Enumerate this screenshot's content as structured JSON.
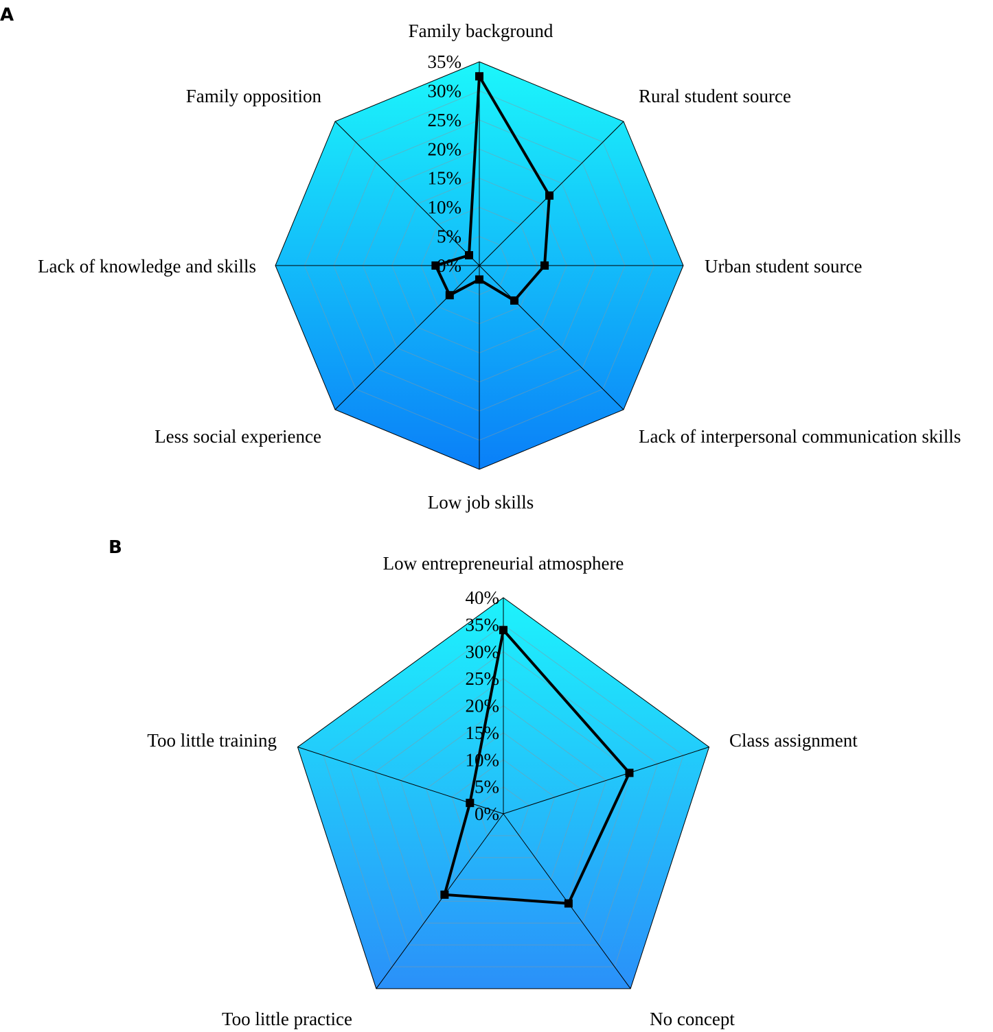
{
  "chart_data": [
    {
      "type": "radar",
      "panel": "A",
      "categories": [
        "Family background",
        "Rural student source",
        "Urban student source",
        "Lack of interpersonal communication skills",
        "Low job skills",
        "Less social experience",
        "Lack of knowledge and skills",
        "Family opposition"
      ],
      "values": [
        32.5,
        17.0,
        11.2,
        8.5,
        2.4,
        7.2,
        7.5,
        2.5
      ],
      "ticks": [
        "0%",
        "5%",
        "10%",
        "15%",
        "20%",
        "25%",
        "30%",
        "35%"
      ],
      "rlim": [
        0,
        35
      ],
      "grid": true,
      "colors": {
        "fill_top": "#1cf7fb",
        "fill_bottom": "#0a7ff8",
        "series": "#000000"
      }
    },
    {
      "type": "radar",
      "panel": "B",
      "categories": [
        "Low entrepreneurial atmosphere",
        "Class assignment",
        "No concept",
        "Too little practice",
        "Too little training"
      ],
      "values": [
        34,
        24.5,
        20.5,
        18.5,
        6.5
      ],
      "ticks": [
        "0%",
        "5%",
        "10%",
        "15%",
        "20%",
        "25%",
        "30%",
        "35%",
        "40%"
      ],
      "rlim": [
        0,
        40
      ],
      "grid": true,
      "colors": {
        "fill_top": "#1df3fc",
        "fill_bottom": "#2a90f9",
        "series": "#000000"
      }
    }
  ]
}
